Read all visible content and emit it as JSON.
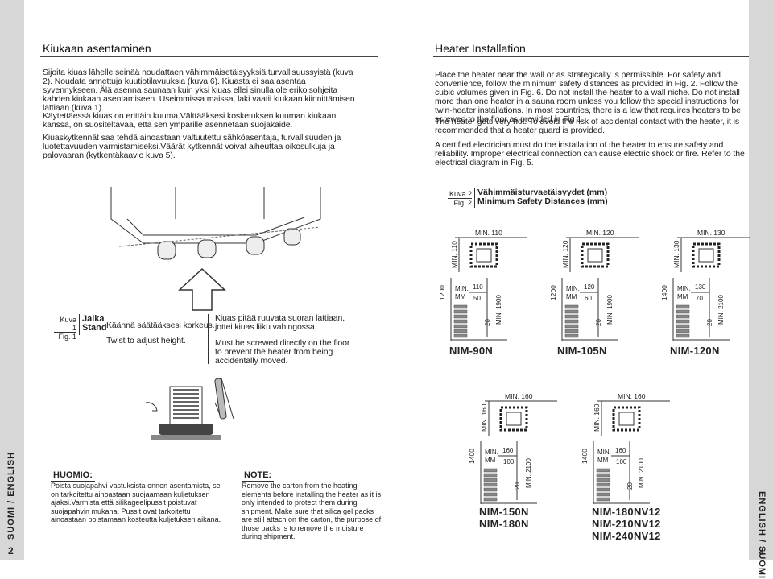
{
  "left_page": {
    "title": "Kiukaan asentaminen",
    "paragraphs": [
      "Sijoita kiuas lähelle seinää noudattaen vähimmäisetäisyyksiä turvallisuussyistä (kuva 2). Noudata annettuja kuutiotilavuuksia (kuva 6). Kiuasta ei saa asentaa syvennykseen. Älä asenna saunaan kuin yksi kiuas ellei sinulla ole erikoisohjeita kahden kiukaan asentamiseen. Useimmissa maissa, laki vaatii kiukaan kiinnittämisen lattiaan (kuva 1).",
      "Käytettäessä kiuas on erittäin kuuma.Välttääksesi kosketuksen kuuman kiukaan kanssa, on suositeltavaa, että sen ympärille asennetaan suojakaide.",
      "Kiuaskytkennät saa tehdä ainoastaan valtuutettu sähköasentaja, turvallisuuden ja luotettavuuden varmistamiseksi.Väärät kytkennät voivat aiheuttaa oikosulkuja ja palovaaran (kytkentäkaavio kuva 5)."
    ],
    "fig1": {
      "kuva": "Kuva 1",
      "fig": "Fig. 1",
      "jalka": "Jalka",
      "stand": "Stand",
      "adjust_fi": "Käännä säätääksesi korkeus.",
      "adjust_en": "Twist to adjust height.",
      "floor_fi": "Kiuas pitää ruuvata suoran lattiaan, jottei kiuas liiku vahingossa.",
      "floor_en": "Must be screwed directly on the floor to prevent the heater  from being accidentally moved."
    },
    "note": {
      "head": "HUOMIO:",
      "body": "Poista suojapahvi vastuksista ennen asentamista, se on tarkoitettu ainoastaan suojaamaan kuljetuksen ajaksi.Varmista että silikageelipussit poistuvat suojapahvin mukana. Pussit ovat tarkoitettu ainoastaan poistamaan kosteutta kuljetuksen aikana."
    },
    "side_label": "SUOMI / ENGLISH",
    "page_number": "2"
  },
  "right_page": {
    "title": "Heater Installation",
    "paragraphs": [
      "Place the heater near the wall or as strategically is permissible. For safety and convenience, follow the minimum safety distances as provided in Fig. 2. Follow the cubic volumes given in Fig. 6. Do not install the heater to a wall niche. Do not install more than one heater in a sauna room unless you follow the special instructions for twin-heater installations. In most countries, there is a law that requires heaters to be screwed to the floor as provided in Fig 1.",
      "The heater gets very hot. To avoid the risk of accidental contact with the heater, it is recommended that a heater guard is provided.",
      "A certified electrician must do the installation of the heater to ensure safety and reliability. Improper electrical connection can cause electric shock or fire. Refer to the electrical diagram in Fig. 5."
    ],
    "fig2": {
      "kuva": "Kuva 2",
      "fig": "Fig. 2",
      "title_fi": "Vähimmäisturvaetäisyydet (mm)",
      "title_en": "Minimum Safety Distances (mm)"
    },
    "models": [
      {
        "name": "NIM-90N",
        "top": "MIN. 110",
        "side": "MIN. 110",
        "h": "1200",
        "a": "110",
        "b": "50",
        "c": "20",
        "d": "MIN. 1900"
      },
      {
        "name": "NIM-105N",
        "top": "MIN. 120",
        "side": "MIN. 120",
        "h": "1200",
        "a": "120",
        "b": "60",
        "c": "20",
        "d": "MIN. 1900"
      },
      {
        "name": "NIM-120N",
        "top": "MIN. 130",
        "side": "MIN. 130",
        "h": "1400",
        "a": "130",
        "b": "70",
        "c": "20",
        "d": "MIN. 2100"
      },
      {
        "name": "NIM-150N\nNIM-180N",
        "top": "MIN. 160",
        "side": "MIN. 160",
        "h": "1400",
        "a": "160",
        "b": "100",
        "c": "20",
        "d": "MIN. 2100"
      },
      {
        "name": "NIM-180NV12\nNIM-210NV12\nNIM-240NV12",
        "top": "MIN. 160",
        "side": "MIN. 160",
        "h": "1400",
        "a": "160",
        "b": "100",
        "c": "20",
        "d": "MIN. 2100"
      }
    ],
    "min_mm": "MIN.\nMM",
    "note": {
      "head": "NOTE:",
      "body": "Remove the carton from the heating elements before installing the heater as it is only intended to protect them during shipment. Make sure that silica gel packs are still attach on the carton, the purpose of those packs is to remove the moisture during shipment."
    },
    "side_label": "ENGLISH / SUOMI",
    "page_number": "3"
  }
}
